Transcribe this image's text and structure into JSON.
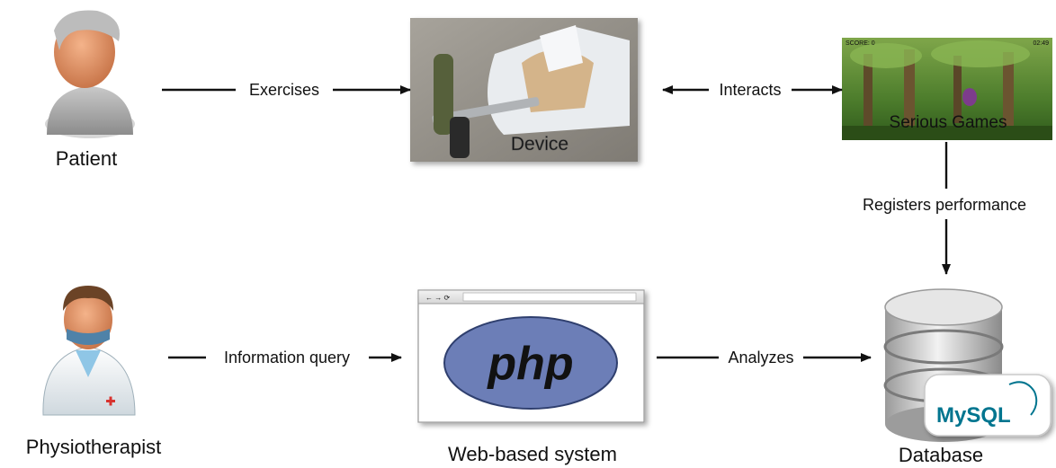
{
  "nodes": {
    "patient": {
      "label": "Patient"
    },
    "device": {
      "label": "Device"
    },
    "serious_games": {
      "label": "Serious Games",
      "hud_left": "SCORE: 0",
      "hud_right": "02:49"
    },
    "physiotherapist": {
      "label": "Physiotherapist"
    },
    "web_system": {
      "label": "Web-based system",
      "logo_text": "php"
    },
    "database": {
      "label": "Database",
      "logo_text": "MySQL"
    }
  },
  "edges": {
    "exercises": {
      "label": "Exercises"
    },
    "interacts": {
      "label": "Interacts"
    },
    "registers": {
      "label": "Registers performance"
    },
    "information_query": {
      "label": "Information query"
    },
    "analyzes": {
      "label": "Analyzes"
    }
  },
  "colors": {
    "arrow": "#111111",
    "php_blue": "#6c7eb7",
    "forest_green": "#3f7a2a",
    "db_silver": "#c9c9c9",
    "mysql_blue": "#00758f",
    "mysql_orange": "#f29111"
  }
}
